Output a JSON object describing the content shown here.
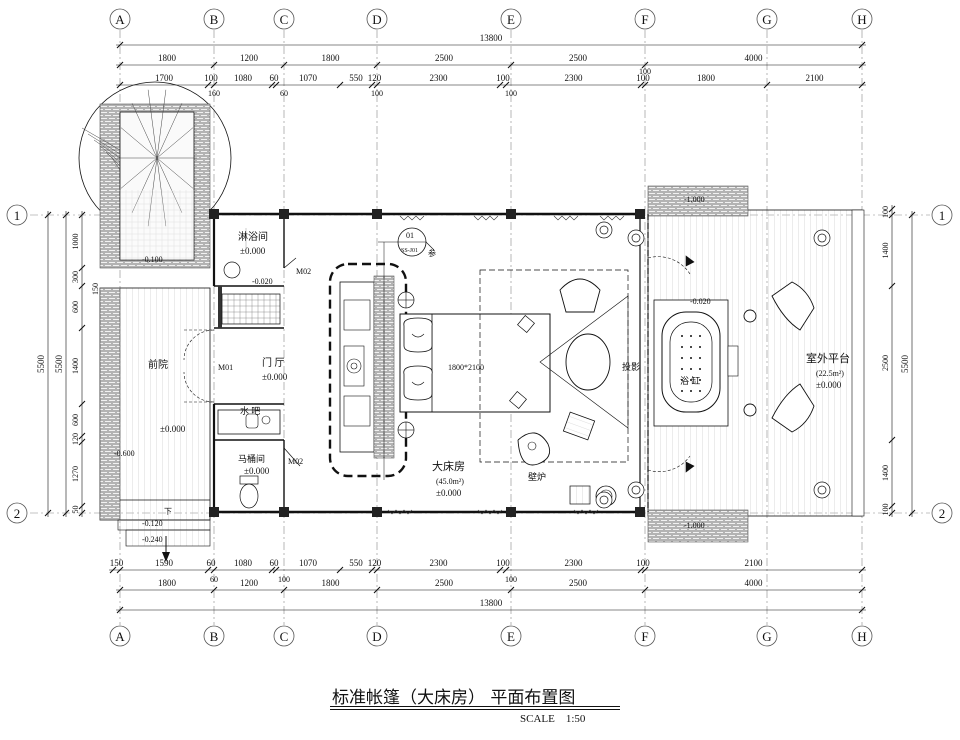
{
  "grid": {
    "columns": [
      {
        "label": "A"
      },
      {
        "label": "B"
      },
      {
        "label": "C"
      },
      {
        "label": "D"
      },
      {
        "label": "E"
      },
      {
        "label": "F"
      },
      {
        "label": "G"
      },
      {
        "label": "H"
      }
    ],
    "rows": [
      {
        "label": "1"
      },
      {
        "label": "2"
      }
    ]
  },
  "dimensions": {
    "total": "13800",
    "top_bays": [
      "1800",
      "1200",
      "1800",
      "2500",
      "2500",
      "4000"
    ],
    "top_detail": [
      "1700",
      "100",
      "1080",
      "60",
      "1070",
      "550",
      "120",
      "2300",
      "100",
      "2300",
      "100",
      "1800",
      "2100"
    ],
    "top_sub": [
      "160",
      "60",
      "100",
      "100",
      "100"
    ],
    "bottom_detail": [
      "150",
      "1590",
      "60",
      "1080",
      "60",
      "1070",
      "550",
      "120",
      "2300",
      "100",
      "2300",
      "100",
      "2100"
    ],
    "bottom_sub": [
      "60",
      "100",
      "100"
    ],
    "bottom_bays": [
      "1800",
      "1200",
      "1800",
      "2500",
      "2500",
      "4000"
    ],
    "left_total": "5500",
    "left_detail": [
      "1000",
      "300",
      "600",
      "1400",
      "600",
      "120",
      "1270",
      "50"
    ],
    "left_sub": [
      "150"
    ],
    "left_inner": "5500",
    "right_total": "5500",
    "right_detail": [
      "100",
      "1400",
      "2500",
      "1400",
      "100"
    ]
  },
  "rooms": {
    "shower": {
      "name": "淋浴间",
      "elev": "±0.000",
      "step": "-0.020"
    },
    "foyer": {
      "name": "门 厅",
      "elev": "±0.000",
      "door": "M01"
    },
    "sink": {
      "name": "水 吧"
    },
    "toilet": {
      "name": "马桶间",
      "elev": "±0.000",
      "door": "M02"
    },
    "shower_door": "M02",
    "front_yard": {
      "name": "前院",
      "elev": "±0.000"
    },
    "bedroom": {
      "name": "大床房",
      "area": "(45.0m²)",
      "elev": "±0.000"
    },
    "bed_size": "1800*2100",
    "projector": "投影",
    "fireplace": "壁炉",
    "bath": {
      "name": "浴 缸",
      "elev": "-0.020"
    },
    "terrace": {
      "name": "室外平台",
      "area": "(22.5m²)",
      "elev": "±0.000"
    }
  },
  "annotations": {
    "stair_top": "-0.100",
    "yard_step": "-0.600",
    "entry_1": "-0.120",
    "entry_2": "-0.240",
    "down_label": "下",
    "deck_top": "-1.000",
    "deck_bottom": "-1.000",
    "detail_ref": "01",
    "detail_sheet": "SS-J01",
    "detail_word": "参"
  },
  "footer": {
    "title": "标准帐篷（大床房）   平面布置图",
    "scale_label": "SCALE",
    "scale_value": "1:50"
  },
  "colors": {
    "line": "#111111",
    "masonry": "#9a9a9a",
    "hatch": "#cfcfcf"
  }
}
